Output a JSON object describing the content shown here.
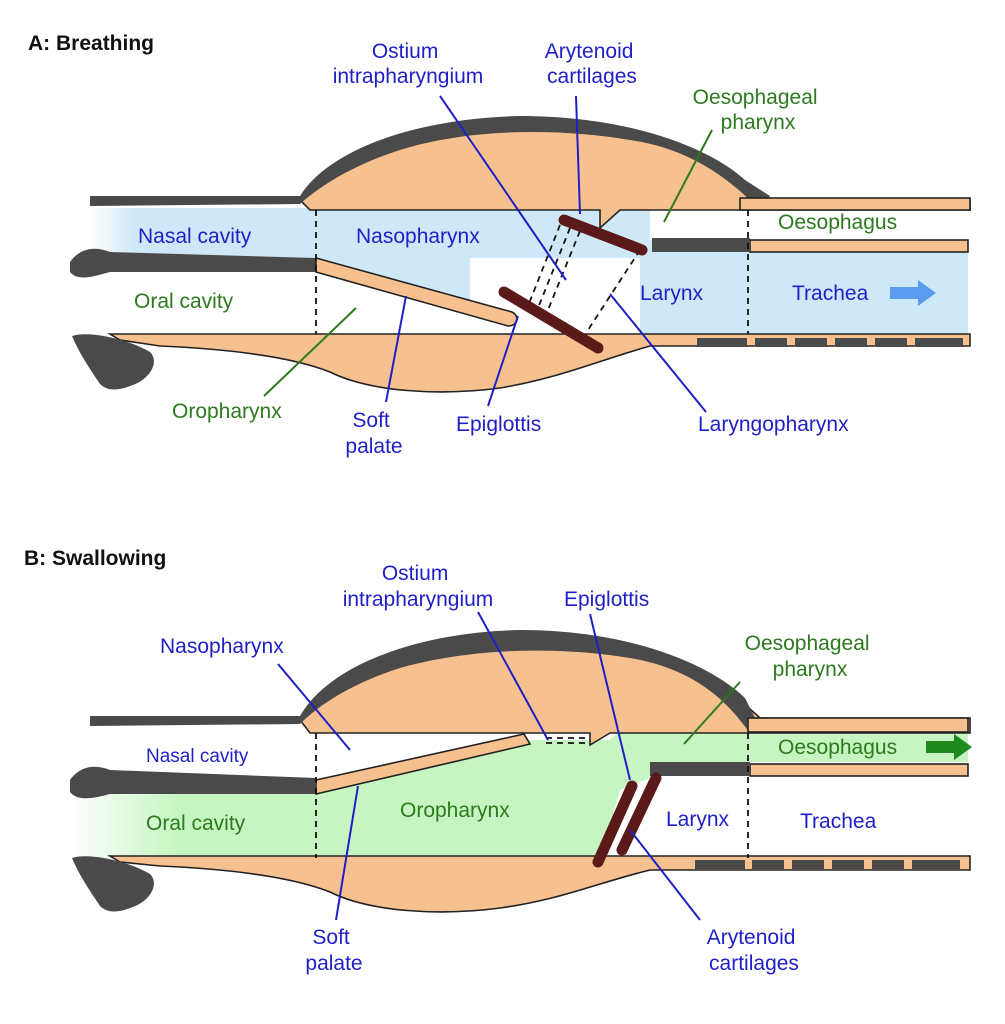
{
  "panels": [
    {
      "title": "A: Breathing",
      "labels": {
        "ostium": [
          "Ostium",
          "intrapharyngium"
        ],
        "arytenoid": [
          "Arytenoid",
          "cartilages"
        ],
        "oesophageal_pharynx": [
          "Oesophageal",
          "pharynx"
        ],
        "nasal_cavity": "Nasal cavity",
        "nasopharynx": "Nasopharynx",
        "oesophagus": "Oesophagus",
        "oral_cavity": "Oral cavity",
        "larynx": "Larynx",
        "trachea": "Trachea",
        "oropharynx": "Oropharynx",
        "soft_palate": [
          "Soft",
          "palate"
        ],
        "epiglottis": "Epiglottis",
        "laryngopharynx": "Laryngopharynx"
      }
    },
    {
      "title": "B: Swallowing",
      "labels": {
        "ostium": [
          "Ostium",
          "intrapharyngium"
        ],
        "epiglottis": "Epiglottis",
        "nasopharynx": "Nasopharynx",
        "oesophageal_pharynx": [
          "Oesophageal",
          "pharynx"
        ],
        "nasal_cavity": "Nasal cavity",
        "oesophagus": "Oesophagus",
        "oral_cavity": "Oral cavity",
        "oropharynx": "Oropharynx",
        "larynx": "Larynx",
        "trachea": "Trachea",
        "soft_palate": [
          "Soft",
          "palate"
        ],
        "arytenoid": [
          "Arytenoid",
          "cartilages"
        ]
      }
    }
  ],
  "colors": {
    "tissue": "#f7c18f",
    "dark_wall": "#4a4a4a",
    "cartilage": "#5b1a1a",
    "air_flow": "#cfe8f7",
    "food_flow": "#c6f5c1",
    "arrow_air": "#5b9bf0",
    "arrow_food": "#1e8a1e",
    "label_blue": "#1f1fc8",
    "label_green": "#2d7a1e"
  }
}
